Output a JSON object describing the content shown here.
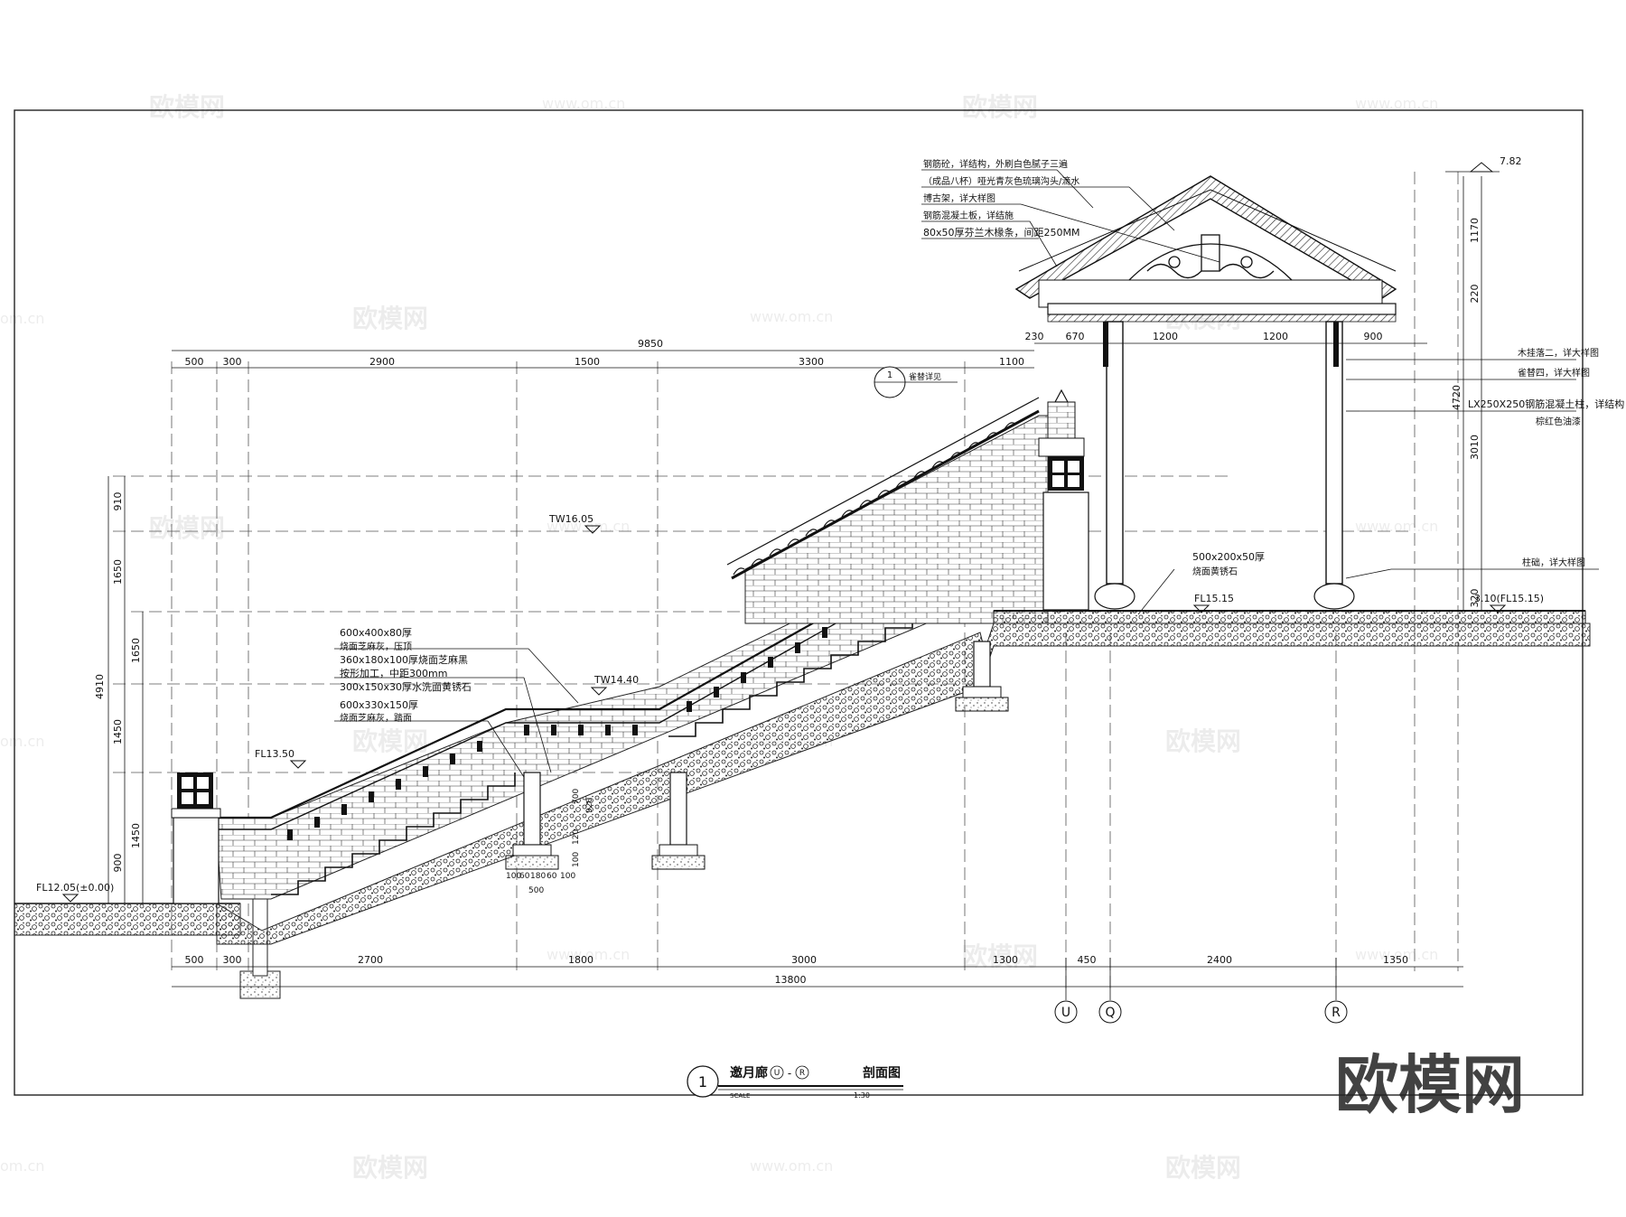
{
  "drawing": {
    "title": "邀月廊",
    "axis_range_start": "U",
    "axis_range_sep": "-",
    "axis_range_end": "R",
    "title_suffix": "剖面图",
    "number": "1",
    "scale_label": "SCALE",
    "scale_value": "1:30"
  },
  "logo": "欧模网",
  "watermark_cn": "欧模网",
  "watermark_url": "www.om.cn",
  "watermark_partial": "om.cn",
  "annotations": {
    "roof_1": "钢筋砼，详结构，外刷白色腻子三遍",
    "roof_2": "（成品八杯）哑光青灰色琉璃沟头/滴水",
    "roof_3": "博古架，详大样图",
    "roof_4": "钢筋混凝土板，详结施",
    "roof_5": "80x50厚芬兰木椽条，间距250MM",
    "right_1": "木挂落二，详大样图",
    "right_2": "雀替四，详大样图",
    "right_3": "LX250X250钢筋混凝土柱，详结构",
    "right_4": "棕红色油漆",
    "right_5": "柱础，详大样图",
    "paving": "500x200x50厚",
    "paving_2": "烧面黄锈石",
    "wall_1": "600x400x80厚",
    "wall_2": "烧面芝麻灰，压顶",
    "wall_3": "360x180x100厚烧面芝麻黑",
    "wall_4": "按形加工，中距300mm",
    "wall_5": "300x150x30厚水洗面黄锈石",
    "step_1": "600x330x150厚",
    "step_2": "烧面芝麻灰，踏面",
    "detail_ref": "1",
    "detail_ref_txt": "雀替详见"
  },
  "levels": {
    "top": "7.82",
    "tw1": "TW16.05",
    "tw2": "TW14.40",
    "fl1": "FL13.50",
    "fl0": "FL12.05(±0.00)",
    "fl2": "FL15.15",
    "fl3": "3.10(FL15.15)"
  },
  "dims_top": [
    "500",
    "300",
    "2900",
    "1500",
    "3300",
    "1100",
    "9850"
  ],
  "dims_top_right": [
    "230",
    "670",
    "1200",
    "1200",
    "900"
  ],
  "dims_bottom": [
    "500",
    "300",
    "2700",
    "1800",
    "3000",
    "1300",
    "450",
    "2400",
    "1350",
    "13800"
  ],
  "dims_left_outer": "4910",
  "dims_left": [
    "910",
    "1650",
    "1650",
    "1450",
    "1450",
    "900"
  ],
  "dims_right": [
    "1170",
    "220",
    "4720",
    "3010",
    "320"
  ],
  "dims_footing": [
    "100",
    "60",
    "180",
    "60",
    "100",
    "500",
    "700",
    "920",
    "120",
    "100"
  ],
  "axes": [
    "U",
    "Q",
    "R"
  ]
}
